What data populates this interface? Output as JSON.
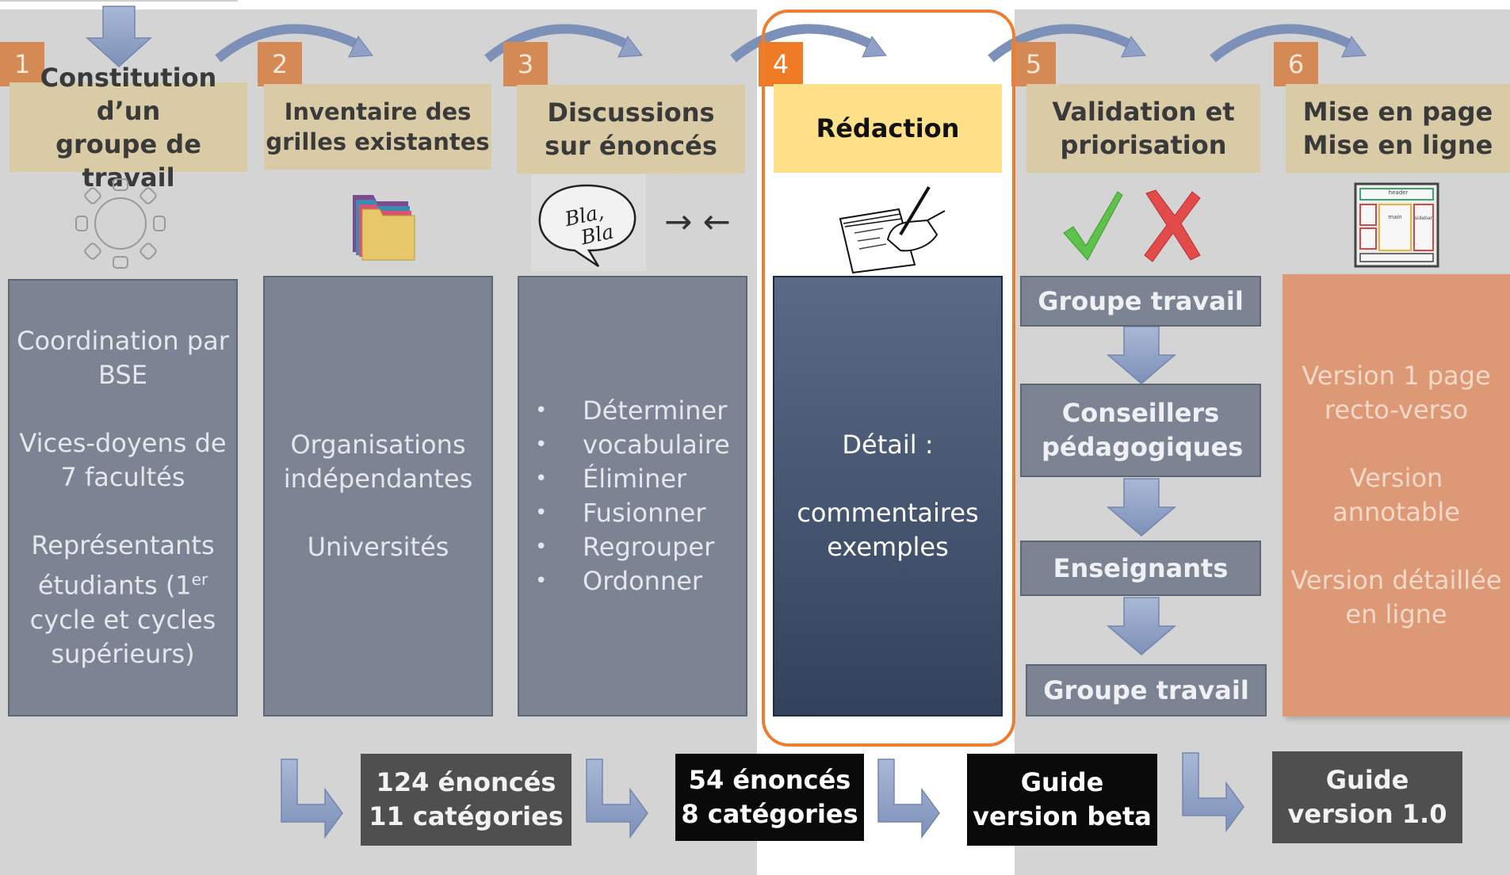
{
  "colors": {
    "background": "#d4d4d4",
    "step_number": "#d58a55",
    "step_number_active": "#ee7a25",
    "step_title": "#d9cba6",
    "step_title_active": "#fde087",
    "content_box": "#7c8392",
    "content_box_active": "#3d4c66",
    "content_box_final": "#dd9876",
    "arrow": "#8c9dc2"
  },
  "steps": [
    {
      "number": "1",
      "title_lines": [
        "Constitution d’un",
        "groupe de travail"
      ],
      "icon": "round-table-icon",
      "content": {
        "p1": [
          "Coordination par",
          "BSE"
        ],
        "p2": [
          "Vices-doyens de",
          "7 facultés"
        ],
        "p3_l1": "Représentants",
        "p3_l2a": "étudiants (1",
        "p3_l2sup": "er",
        "p3_l3": "cycle et cycles",
        "p3_l4": "supérieurs)"
      }
    },
    {
      "number": "2",
      "title_lines": [
        "Inventaire des",
        "grilles existantes"
      ],
      "icon": "folder-icon",
      "content": {
        "p1": [
          "Organisations",
          "indépendantes"
        ],
        "p2": [
          "Universités"
        ]
      }
    },
    {
      "number": "3",
      "title_lines": [
        "Discussions",
        "sur énoncés"
      ],
      "icon": "speech-bubble-icon",
      "bubble_text": [
        "Bla,",
        "Bla"
      ],
      "converge": "→ ←",
      "bullets": [
        "Déterminer",
        "vocabulaire",
        "Éliminer",
        "Fusionner",
        "Regrouper",
        "Ordonner"
      ]
    },
    {
      "number": "4",
      "title_lines": [
        "Rédaction"
      ],
      "icon": "writing-hand-icon",
      "content": {
        "p1": [
          "Détail :"
        ],
        "p2": [
          "commentaires",
          "exemples"
        ]
      }
    },
    {
      "number": "5",
      "title_lines": [
        "Validation et",
        "priorisation"
      ],
      "icon": "check-cross-icon",
      "validation_flow": [
        "Groupe travail",
        "Conseillers pédagogiques",
        "Enseignants",
        "Groupe travail"
      ]
    },
    {
      "number": "6",
      "title_lines": [
        "Mise en page",
        "Mise en ligne"
      ],
      "icon": "page-layout-icon",
      "layout_labels": [
        "header",
        "main",
        "sidebar"
      ],
      "content": {
        "p1": [
          "Version 1 page",
          "recto-verso"
        ],
        "p2": [
          "Version",
          "annotable"
        ],
        "p3": [
          "Version détaillée",
          "en ligne"
        ]
      }
    }
  ],
  "outputs": [
    {
      "lines": [
        "124 énoncés",
        "11 catégories"
      ]
    },
    {
      "lines": [
        "54 énoncés",
        "8 catégories"
      ]
    },
    {
      "lines": [
        "Guide",
        "version beta"
      ]
    },
    {
      "lines": [
        "Guide",
        "version 1.0"
      ]
    }
  ]
}
